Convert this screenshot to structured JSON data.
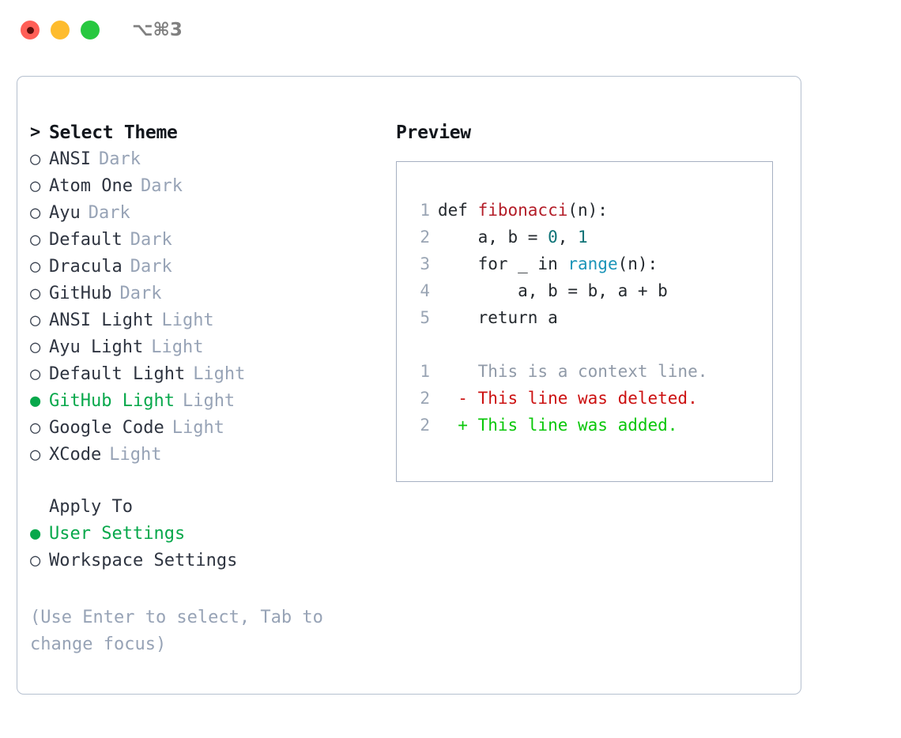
{
  "titlebar": {
    "lights": [
      {
        "name": "close-button",
        "color": "#ff5f57"
      },
      {
        "name": "minimize-button",
        "color": "#febc2e"
      },
      {
        "name": "maximize-button",
        "color": "#28c840"
      }
    ],
    "shortcut": "⌥⌘3"
  },
  "left": {
    "prompt_marker": ">",
    "title": "Select Theme",
    "radio_empty": "○",
    "radio_filled": "●",
    "themes": [
      {
        "name": "ANSI",
        "kind": "Dark",
        "selected": false
      },
      {
        "name": "Atom One",
        "kind": "Dark",
        "selected": false
      },
      {
        "name": "Ayu",
        "kind": "Dark",
        "selected": false
      },
      {
        "name": "Default",
        "kind": "Dark",
        "selected": false
      },
      {
        "name": "Dracula",
        "kind": "Dark",
        "selected": false
      },
      {
        "name": "GitHub",
        "kind": "Dark",
        "selected": false
      },
      {
        "name": "ANSI Light",
        "kind": "Light",
        "selected": false
      },
      {
        "name": "Ayu Light",
        "kind": "Light",
        "selected": false
      },
      {
        "name": "Default Light",
        "kind": "Light",
        "selected": false
      },
      {
        "name": "GitHub Light",
        "kind": "Light",
        "selected": true
      },
      {
        "name": "Google Code",
        "kind": "Light",
        "selected": false
      },
      {
        "name": "XCode",
        "kind": "Light",
        "selected": false
      }
    ],
    "apply_to_label": "Apply To",
    "apply_to_options": [
      {
        "label": "User Settings",
        "selected": true
      },
      {
        "label": "Workspace Settings",
        "selected": false
      }
    ],
    "hint": "(Use Enter to select, Tab to change focus)"
  },
  "right": {
    "preview_title": "Preview",
    "code": [
      {
        "num": "1",
        "segments": [
          {
            "t": "def ",
            "c": "plain"
          },
          {
            "t": "fibonacci",
            "c": "fn"
          },
          {
            "t": "(n):",
            "c": "plain"
          }
        ]
      },
      {
        "num": "2",
        "segments": [
          {
            "t": "    a, b = ",
            "c": "plain"
          },
          {
            "t": "0",
            "c": "num"
          },
          {
            "t": ", ",
            "c": "plain"
          },
          {
            "t": "1",
            "c": "num"
          }
        ]
      },
      {
        "num": "3",
        "segments": [
          {
            "t": "    for _ in ",
            "c": "plain"
          },
          {
            "t": "range",
            "c": "call"
          },
          {
            "t": "(n):",
            "c": "plain"
          }
        ]
      },
      {
        "num": "4",
        "segments": [
          {
            "t": "        a, b = b, a + b",
            "c": "plain"
          }
        ]
      },
      {
        "num": "5",
        "segments": [
          {
            "t": "    return a",
            "c": "plain"
          }
        ]
      }
    ],
    "diff": [
      {
        "num": "1",
        "sign": " ",
        "text": "This is a context line.",
        "kind": "ctx"
      },
      {
        "num": "2",
        "sign": "-",
        "text": "This line was deleted.",
        "kind": "del"
      },
      {
        "num": "2",
        "sign": "+",
        "text": "This line was added.",
        "kind": "add"
      }
    ]
  },
  "colors": {
    "selected_green": "#07a84b",
    "muted": "#97a3b6",
    "diff_add": "#0ac70a",
    "diff_del": "#cc1111",
    "border": "#b6c0cf"
  }
}
